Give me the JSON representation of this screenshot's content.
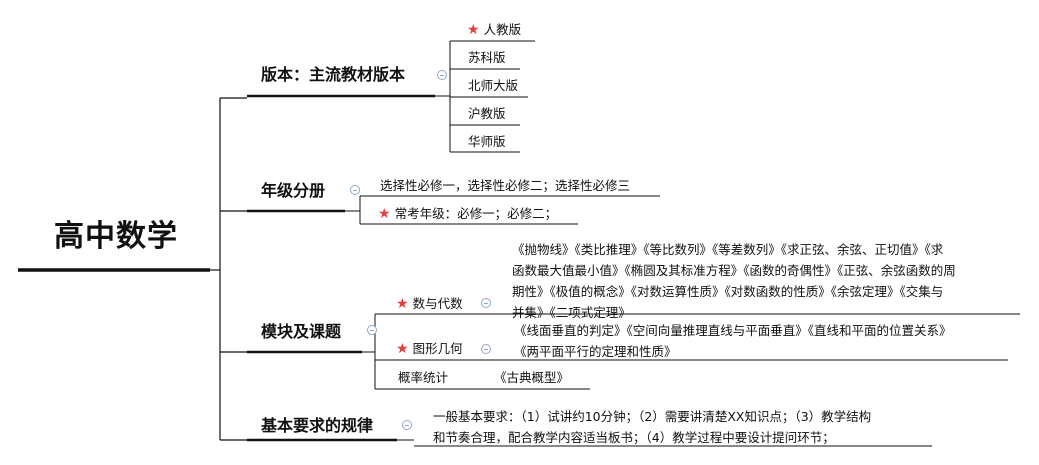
{
  "root": {
    "label": "高中数学"
  },
  "branches": {
    "version": {
      "label": "版本：主流教材版本",
      "items": [
        {
          "label": "人教版",
          "starred": true
        },
        {
          "label": "苏科版"
        },
        {
          "label": "北师大版"
        },
        {
          "label": "沪教版"
        },
        {
          "label": "华师版"
        }
      ]
    },
    "grade": {
      "label": "年级分册",
      "items": [
        {
          "label": "选择性必修一，选择性必修二；选择性必修三"
        },
        {
          "label": "常考年级：必修一；必修二；",
          "starred": true
        }
      ]
    },
    "modules": {
      "label": "模块及课题",
      "items": [
        {
          "label": "数与代数",
          "starred": true,
          "topics": [
            "《抛物线》《类比推理》《等比数列》《等差数列》《求正弦、余弦、正切值》《求",
            "函数最大值最小值》《椭圆及其标准方程》《函数的奇偶性》《正弦、余弦函数的周",
            "期性》《极值的概念》《对数运算性质》《对数函数的性质》《余弦定理》《交集与",
            "并集》《二项式定理》"
          ]
        },
        {
          "label": "图形几何",
          "starred": true,
          "topics": [
            "《线面垂直的判定》《空间向量推理直线与平面垂直》《直线和平面的位置关系》",
            "《两平面平行的定理和性质》"
          ]
        },
        {
          "label": "概率统计",
          "topics": [
            "《古典概型》"
          ]
        }
      ]
    },
    "rules": {
      "label": "基本要求的规律",
      "text": [
        "一般基本要求：（1）试讲约10分钟；（2）需要讲清楚XX知识点；（3）教学结构",
        "和节奏合理，配合教学内容适当板书；（4）教学过程中要设计提问环节；"
      ]
    }
  },
  "colors": {
    "line": "#333333",
    "star": "#e04040",
    "collapse": "#8fa8c8"
  }
}
